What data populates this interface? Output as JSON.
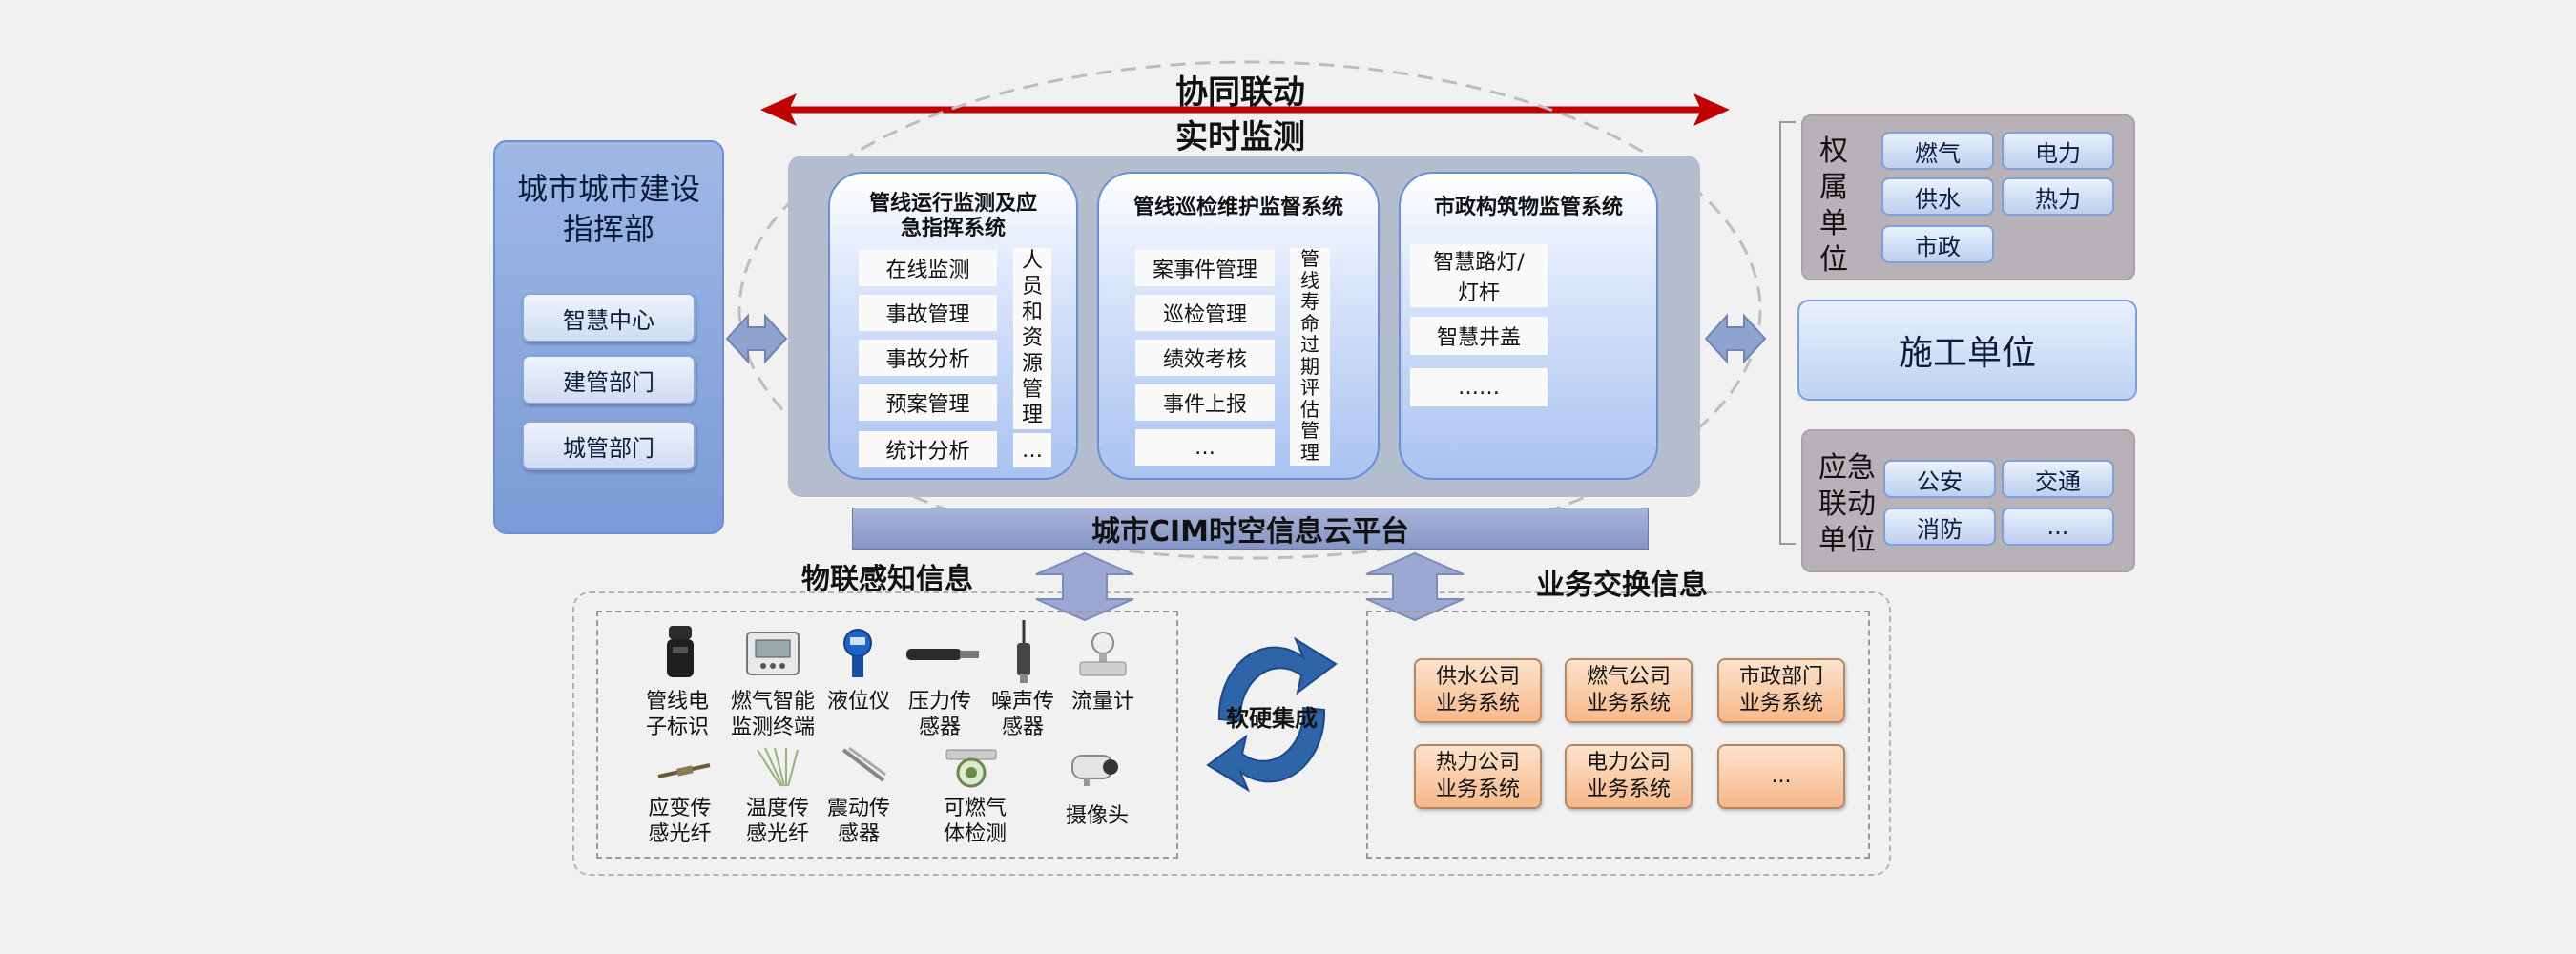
{
  "top": {
    "collab": "协同联动",
    "monitor": "实时监测"
  },
  "command": {
    "title_line1": "城市城市建设",
    "title_line2": "指挥部",
    "buttons": [
      "智慧中心",
      "建管部门",
      "城管部门"
    ]
  },
  "systems": [
    {
      "title_line1": "管线运行监测及应",
      "title_line2": "急指挥系统",
      "items": [
        "在线监测",
        "事故管理",
        "事故分析",
        "预案管理",
        "统计分析"
      ],
      "side_chars": [
        "人",
        "员",
        "和",
        "资",
        "源",
        "管",
        "理"
      ],
      "side_more": "…"
    },
    {
      "title_line1": "管线巡检维护监督系统",
      "items": [
        "案事件管理",
        "巡检管理",
        "绩效考核",
        "事件上报",
        "…"
      ],
      "side_chars": [
        "管",
        "线",
        "寿",
        "命",
        "过",
        "期",
        "评",
        "估",
        "管",
        "理"
      ]
    },
    {
      "title_line1": "市政构筑物监管系统",
      "items": [
        "智慧路灯/",
        "灯杆",
        "智慧井盖",
        "……"
      ]
    }
  ],
  "platform": {
    "cim": "城市CIM时空信息云平台"
  },
  "right": {
    "owner_label_chars": [
      "权",
      "属",
      "单",
      "位"
    ],
    "owner_buttons": [
      "燃气",
      "电力",
      "供水",
      "热力",
      "市政"
    ],
    "construction": "施工单位",
    "emergency_label_lines": [
      "应急",
      "联动",
      "单位"
    ],
    "emergency_buttons": [
      "公安",
      "交通",
      "消防",
      "..."
    ]
  },
  "iot": {
    "title": "物联感知信息",
    "sensors": [
      {
        "line1": "管线电",
        "line2": "子标识",
        "icon": "rfid-tag-icon"
      },
      {
        "line1": "燃气智能",
        "line2": "监测终端",
        "icon": "gas-terminal-icon"
      },
      {
        "line1": "液位仪",
        "line2": "",
        "icon": "level-meter-icon"
      },
      {
        "line1": "压力传",
        "line2": "感器",
        "icon": "pressure-sensor-icon"
      },
      {
        "line1": "噪声传",
        "line2": "感器",
        "icon": "noise-sensor-icon"
      },
      {
        "line1": "流量计",
        "line2": "",
        "icon": "flowmeter-icon"
      },
      {
        "line1": "应变传",
        "line2": "感光纤",
        "icon": "strain-fiber-icon"
      },
      {
        "line1": "温度传",
        "line2": "感光纤",
        "icon": "temperature-fiber-icon"
      },
      {
        "line1": "震动传",
        "line2": "感器",
        "icon": "vibration-sensor-icon"
      },
      {
        "line1": "可燃气",
        "line2": "体检测",
        "icon": "gas-detector-icon"
      },
      {
        "line1": "摄像头",
        "line2": "",
        "icon": "camera-icon"
      }
    ]
  },
  "center": {
    "label": "软硬集成"
  },
  "business": {
    "title": "业务交换信息",
    "systems": [
      {
        "line1": "供水公司",
        "line2": "业务系统"
      },
      {
        "line1": "燃气公司",
        "line2": "业务系统"
      },
      {
        "line1": "市政部门",
        "line2": "业务系统"
      },
      {
        "line1": "热力公司",
        "line2": "业务系统"
      },
      {
        "line1": "电力公司",
        "line2": "业务系统"
      },
      {
        "line1": "...",
        "line2": ""
      }
    ]
  },
  "colors": {
    "accent_red": "#c00000",
    "panel_blue": "#7a9bd8",
    "orange": "#f6b88a"
  }
}
